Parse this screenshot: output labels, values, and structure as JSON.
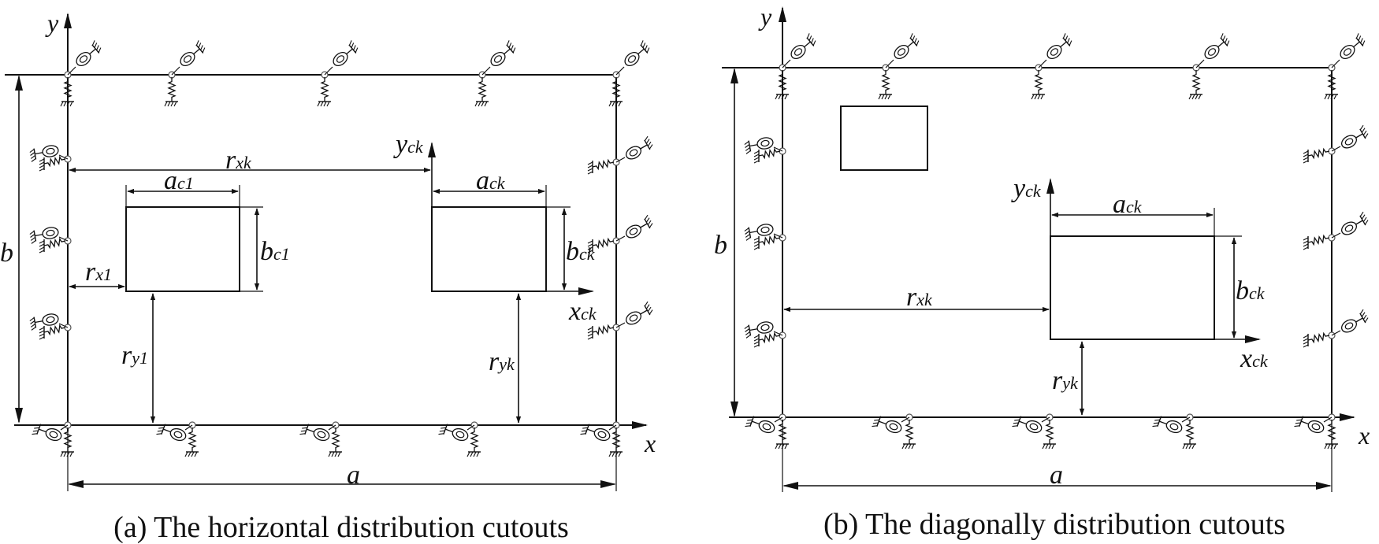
{
  "panels": [
    {
      "id": "a",
      "caption": "(a) The horizontal distribution cutouts",
      "axis_x": "x",
      "axis_y": "y",
      "dim_a": "a",
      "dim_b": "b",
      "cutout1": {
        "a": "a",
        "a_sub": "c1",
        "b": "b",
        "b_sub": "c1",
        "rx": "r",
        "rx_sub": "x1",
        "ry": "r",
        "ry_sub": "y1"
      },
      "cutoutk": {
        "a": "a",
        "a_sub": "ck",
        "b": "b",
        "b_sub": "ck",
        "rx": "r",
        "rx_sub": "xk",
        "ry": "r",
        "ry_sub": "yk",
        "local_x": "x",
        "local_x_sub": "ck",
        "local_y": "y",
        "local_y_sub": "ck"
      }
    },
    {
      "id": "b",
      "caption": "(b) The diagonally distribution cutouts",
      "axis_x": "x",
      "axis_y": "y",
      "dim_a": "a",
      "dim_b": "b",
      "cutoutk": {
        "a": "a",
        "a_sub": "ck",
        "b": "b",
        "b_sub": "ck",
        "rx": "r",
        "rx_sub": "xk",
        "ry": "r",
        "ry_sub": "yk",
        "local_x": "x",
        "local_x_sub": "ck",
        "local_y": "y",
        "local_y_sub": "ck"
      }
    }
  ],
  "icons": [
    "spring-support-icon",
    "rotational-spring-icon",
    "ground-hatch-icon"
  ]
}
